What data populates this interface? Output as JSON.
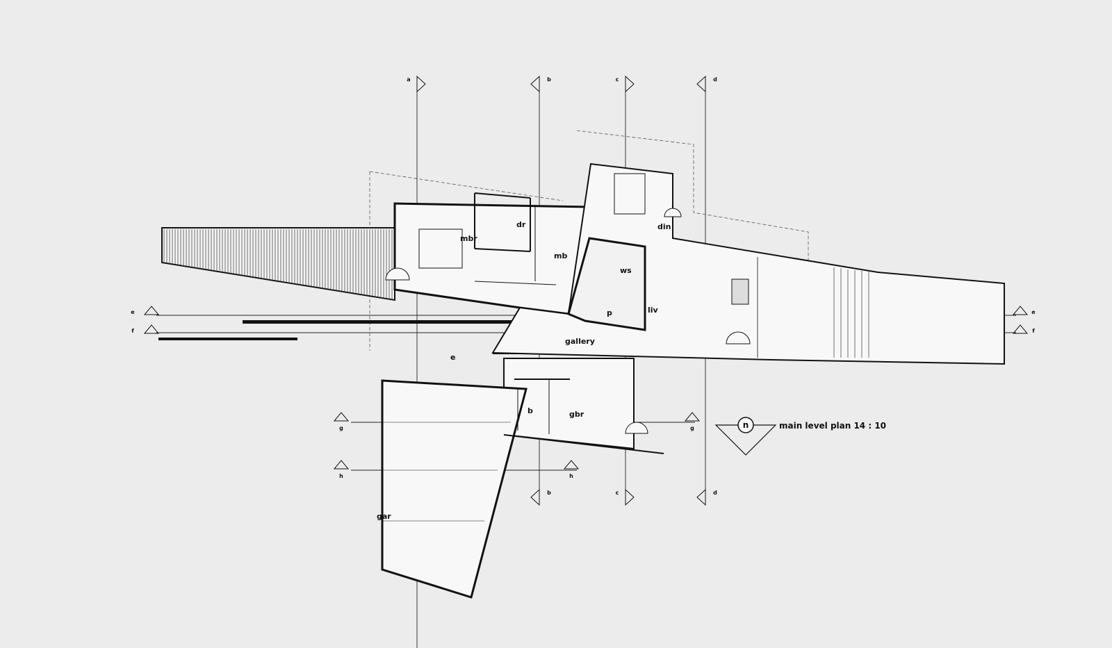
{
  "plan": {
    "title": "main level plan 14 : 10",
    "north_letter": "n",
    "colors": {
      "background": "#ececec",
      "ink": "#111111",
      "fill": "#f8f8f8"
    },
    "rooms": {
      "mbr": "mbr",
      "dr": "dr",
      "mb": "mb",
      "ws": "ws",
      "din": "din",
      "liv": "liv",
      "p": "p",
      "gallery": "gallery",
      "e": "e",
      "b": "b",
      "gbr": "gbr",
      "gar": "gar"
    },
    "grid_markers": {
      "top_a": "a",
      "top_b": "b",
      "top_c": "c",
      "top_d": "d",
      "bottom_b": "b",
      "bottom_c": "c",
      "bottom_d": "d",
      "left_e": "e",
      "left_f": "f",
      "left_g": "g",
      "left_h": "h",
      "right_e": "e",
      "right_f": "f",
      "mid_g": "g",
      "mid_h": "h"
    }
  }
}
